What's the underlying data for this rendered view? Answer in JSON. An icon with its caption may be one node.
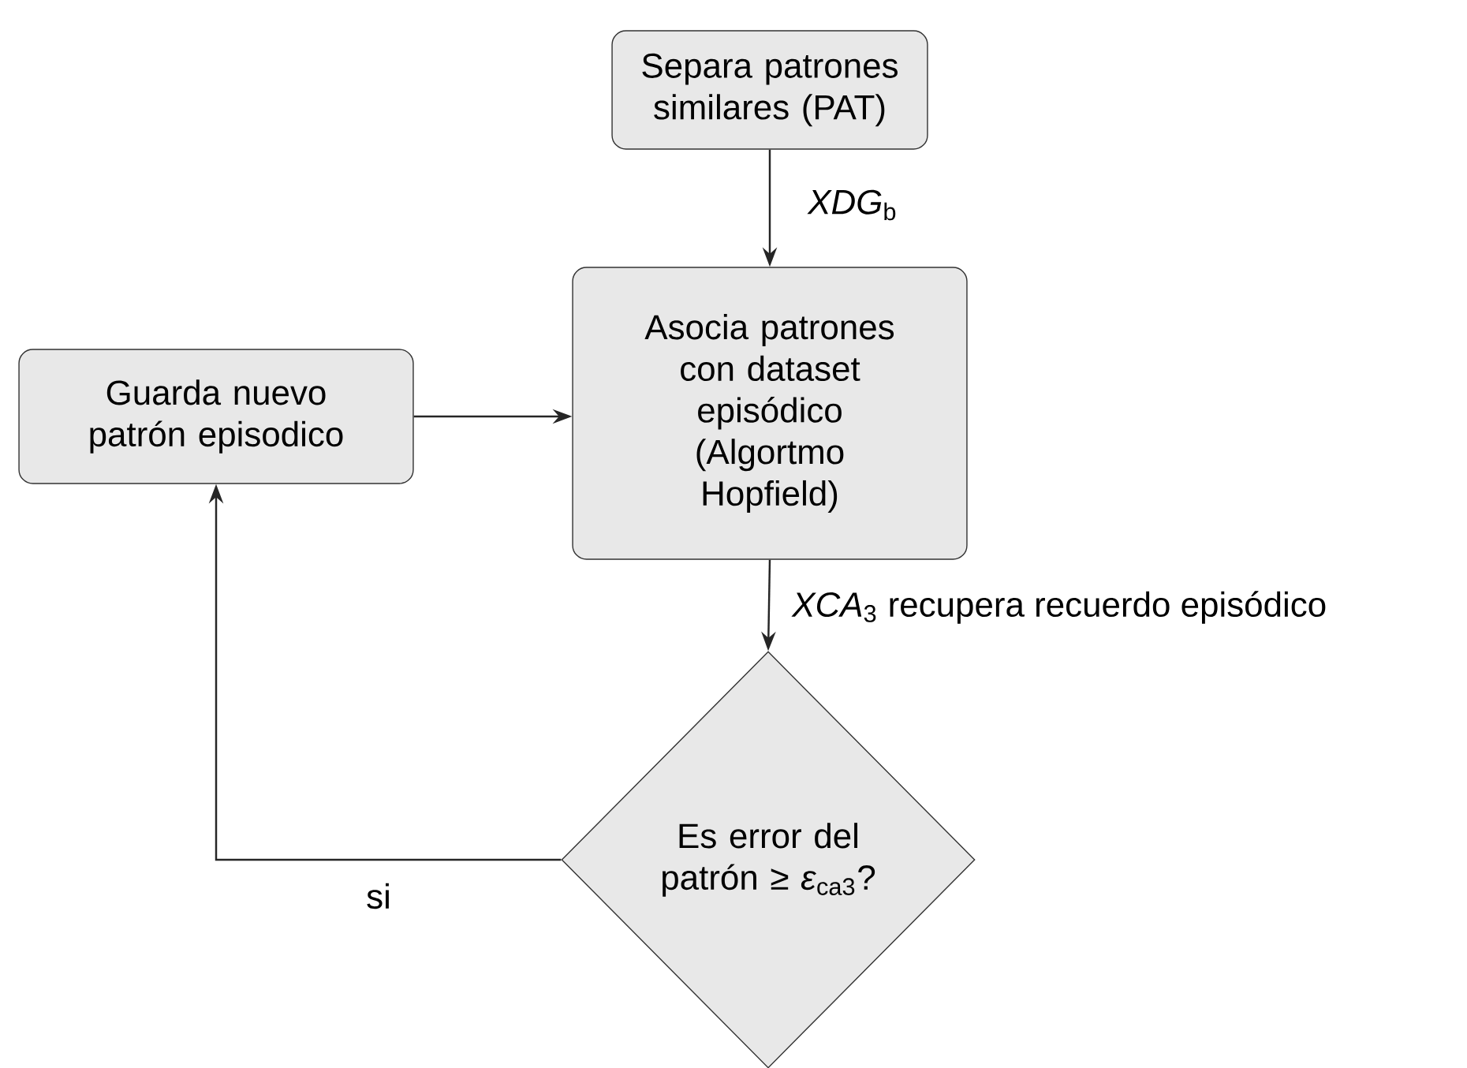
{
  "diagram": {
    "nodes": [
      {
        "text": [
          "Separa patrones similares (PAT)"
        ]
      },
      {
        "text": [
          "Asocia patrones con dataset episódico (Algortmo Hopfield)"
        ]
      },
      {
        "text": [
          "Guarda nuevo patrón episodico"
        ]
      },
      {
        "text": [
          "Es error del patrón ≥ *ε*$_{ca3}$?"
        ]
      }
    ],
    "edges": [
      {
        "from": 0,
        "to": 1,
        "arrow": "to",
        "label": "*XDG*$_{b}$"
      },
      {
        "from": 1,
        "to": 3,
        "arrow": "to",
        "label": "*XCA*$_{3}$ recupera recuerdo episódico"
      },
      {
        "from": 3,
        "to": 2,
        "arrow": "to",
        "label": "si"
      },
      {
        "from": 2,
        "to": 1,
        "arrow": "to"
      }
    ]
  }
}
